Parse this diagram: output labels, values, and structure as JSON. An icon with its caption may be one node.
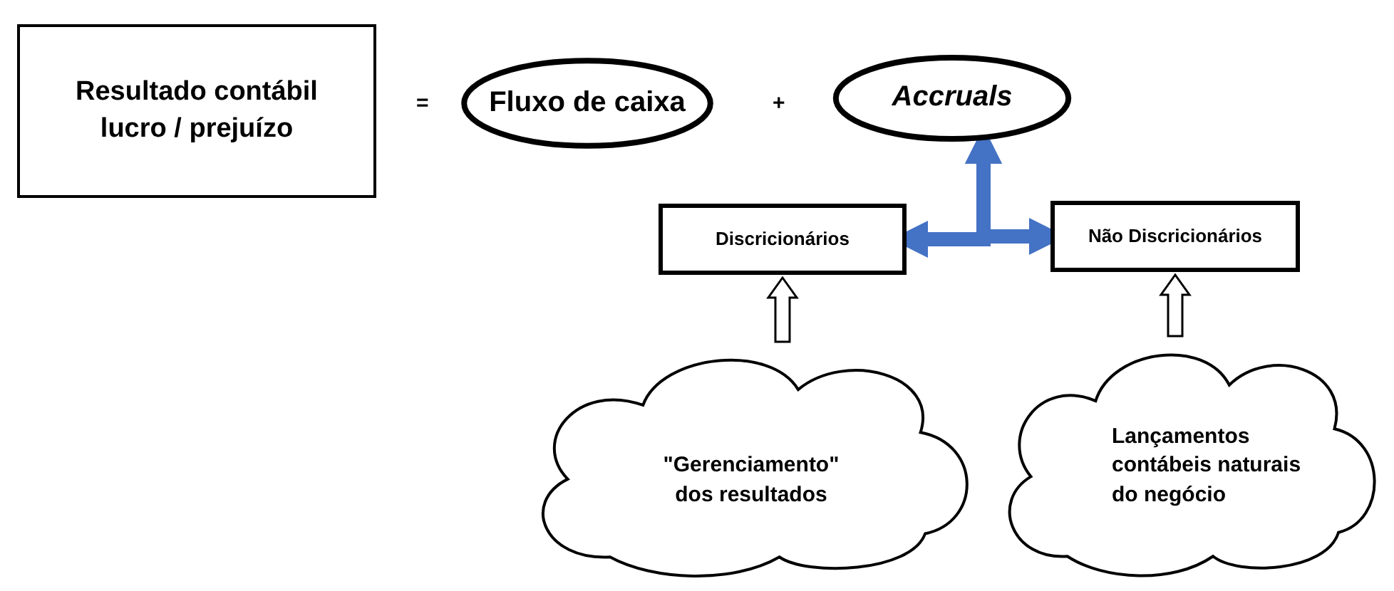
{
  "diagram": {
    "nodes": [
      {
        "text": [
          "Resultado contábil lucro / prejuízo"
        ]
      },
      {
        "text": [
          "Fluxo de caixa"
        ]
      },
      {
        "text": [
          "Accruals"
        ]
      },
      {
        "text": [
          "Discricionários"
        ]
      },
      {
        "text": [
          "Não Discricionários"
        ]
      },
      {
        "text": [
          "\"Gerenciamento\" dos resultados"
        ]
      },
      {
        "text": [
          "Lançamentos contábeis naturais do negócio"
        ]
      }
    ],
    "edges": [
      {
        "from": 3,
        "to": 2,
        "arrow": "both",
        "color": "#4472c4"
      },
      {
        "from": 4,
        "to": 2,
        "arrow": "both",
        "color": "#4472c4"
      },
      {
        "from": 5,
        "to": 3,
        "arrow": "to"
      },
      {
        "from": 6,
        "to": 4,
        "arrow": "to"
      }
    ],
    "labels": [
      "=",
      "+"
    ]
  }
}
